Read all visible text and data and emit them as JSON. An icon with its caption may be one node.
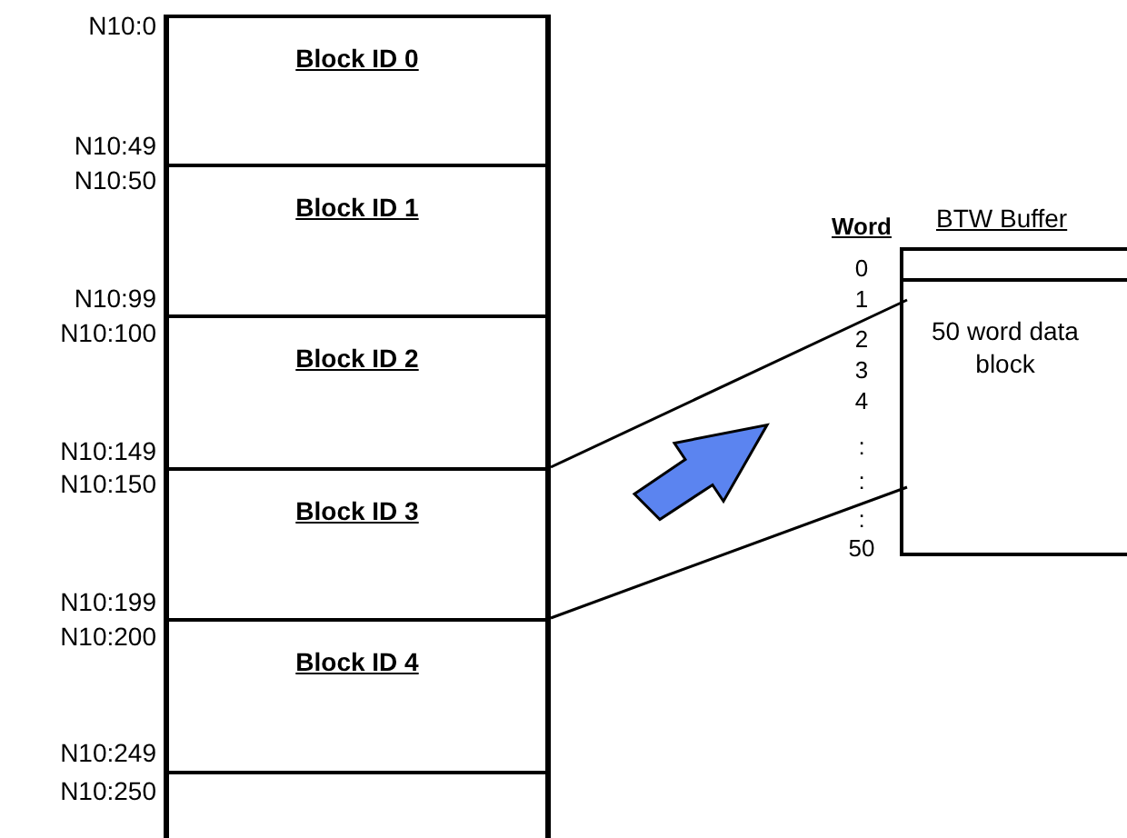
{
  "diagram": {
    "nodes": [
      {
        "text": [
          "Block ID 0"
        ],
        "beside": [
          "N10:0",
          "N10:49"
        ]
      },
      {
        "text": [
          "Block ID 1"
        ],
        "beside": [
          "N10:50",
          "N10:99"
        ]
      },
      {
        "text": [
          "Block ID 2"
        ],
        "beside": [
          "N10:100",
          "N10:149"
        ]
      },
      {
        "text": [
          "Block ID 3"
        ],
        "beside": [
          "N10:150",
          "N10:199"
        ]
      },
      {
        "text": [
          "Block ID 4"
        ],
        "beside": [
          "N10:200",
          "N10:249"
        ]
      },
      {
        "text": [],
        "shape": "box",
        "beside": [
          "N10:250"
        ]
      },
      {
        "text": [
          "BTW Buffer"
        ]
      },
      {
        "text": [],
        "shape": "box",
        "in": 6
      },
      {
        "text": [
          "50 word data block"
        ],
        "in": 6
      }
    ],
    "edges": [
      {
        "from": 3,
        "to": 8,
        "arrow": "none"
      },
      {
        "from": 3,
        "to": 8,
        "arrow": "none"
      }
    ],
    "labels": [
      "Word",
      "0",
      "1",
      "2",
      "3",
      "4",
      ":",
      ":",
      ":",
      "50"
    ]
  }
}
